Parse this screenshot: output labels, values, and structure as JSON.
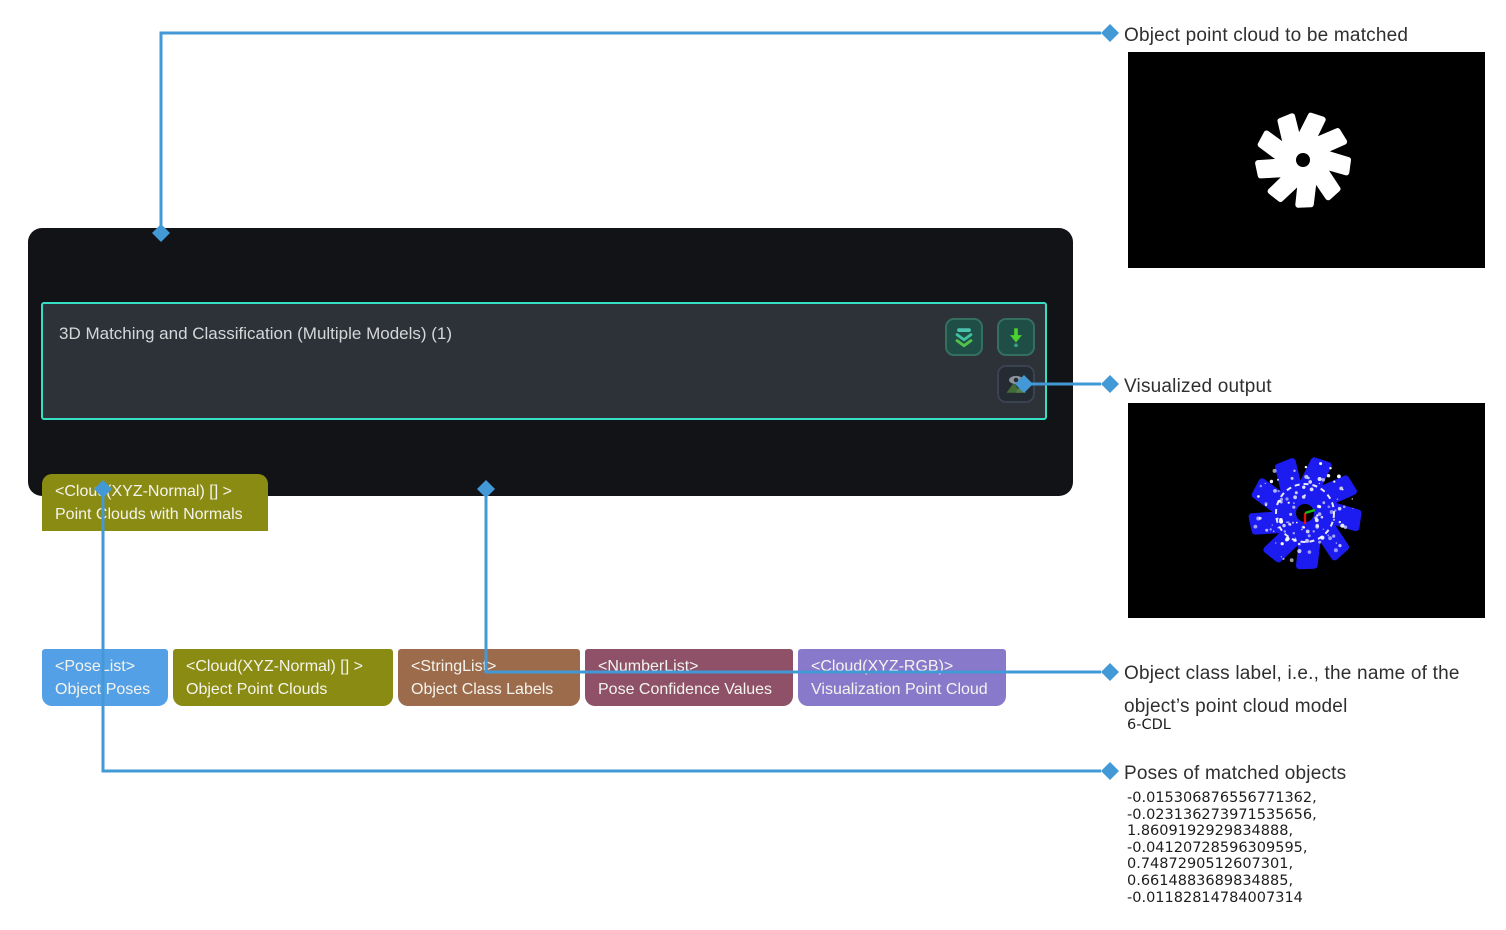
{
  "colors": {
    "connector_blue": "#4398d6",
    "node_background": "#121316",
    "node_body_background": "#2c3238",
    "node_border_teal": "#35dfc4",
    "button_background": "#1e4e45",
    "button_border": "#35705f",
    "port_text": "#f4f4ee",
    "annotation_text": "#2f2f2f",
    "gear_white": "#ffffff",
    "gear_blue": "#1c1cf0"
  },
  "node": {
    "title": "3D Matching and Classification (Multiple Models) (1)",
    "input_port": {
      "type": "<Cloud(XYZ-Normal) [] >",
      "name": "Point Clouds with Normals",
      "color": "#8a8b12"
    },
    "output_ports": [
      {
        "type": "<PoseList>",
        "name": "Object Poses",
        "color": "#54a0e6"
      },
      {
        "type": "<Cloud(XYZ-Normal) [] >",
        "name": "Object Point Clouds",
        "color": "#8a8b12"
      },
      {
        "type": "<StringList>",
        "name": "Object Class Labels",
        "color": "#9c6b4b"
      },
      {
        "type": "<NumberList>",
        "name": "Pose Confidence Values",
        "color": "#8e5168"
      },
      {
        "type": "<Cloud(XYZ-RGB)>",
        "name": "Visualization Point Cloud",
        "color": "#8879cb"
      }
    ],
    "buttons": [
      {
        "icon": "double-chevron-down"
      },
      {
        "icon": "green-down-arrow"
      },
      {
        "icon": "eye-over-landscape"
      }
    ]
  },
  "annotations": {
    "matched_cloud": {
      "label": "Object point cloud to be matched"
    },
    "visualized_output": {
      "label": "Visualized output"
    },
    "class_label": {
      "label": "Object class label, i.e., the name of the object’s point cloud model",
      "value": "6-CDL"
    },
    "poses": {
      "label": "Poses of matched objects",
      "values": [
        "-0.015306876556771362,",
        "-0.023136273971535656,",
        "1.8609192929834888,",
        "-0.04120728596309595,",
        "0.7487290512607301,",
        "0.6614883689834885,",
        "-0.01182814784007314"
      ]
    }
  }
}
